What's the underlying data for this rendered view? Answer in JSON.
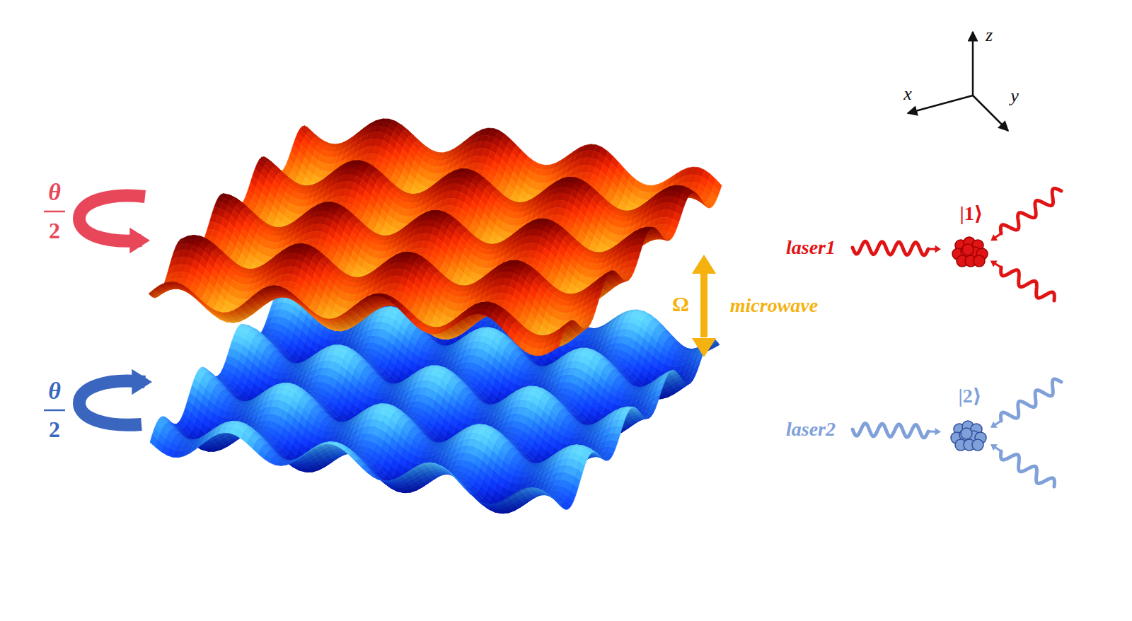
{
  "diagram": {
    "labels": [
      "θ",
      "2",
      "θ",
      "2",
      "Ω",
      "microwave",
      "laser1",
      "|1⟩",
      "laser2",
      "|2⟩",
      "x",
      "y",
      "z"
    ]
  }
}
